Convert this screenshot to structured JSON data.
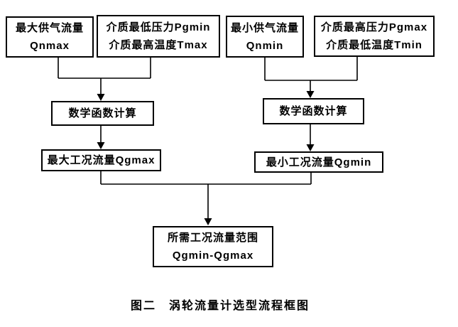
{
  "diagram": {
    "title": "涡轮流量计选型流程框图",
    "boxes": {
      "qnmax": {
        "line1": "最大供气流量",
        "line2": "Qnmax"
      },
      "pgmin_tmax": {
        "line1": "介质最低压力Pgmin",
        "line2": "介质最高温度Tmax"
      },
      "qnmin": {
        "line1": "最小供气流量",
        "line2": "Qnmin"
      },
      "pgmax_tmin": {
        "line1": "介质最高压力Pgmax",
        "line2": "介质最低温度Tmin"
      },
      "calc_left": {
        "label": "数学函数计算"
      },
      "calc_right": {
        "label": "数学函数计算"
      },
      "qgmax": {
        "label": "最大工况流量Qgmax"
      },
      "qgmin": {
        "label": "最小工况流量Qgmin"
      },
      "result": {
        "line1": "所需工况流量范围",
        "line2": "Qgmin-Qgmax"
      }
    },
    "caption": "图二　涡轮流量计选型流程框图",
    "colors": {
      "line": "#000000",
      "background": "#ffffff",
      "text": "#000000"
    }
  }
}
